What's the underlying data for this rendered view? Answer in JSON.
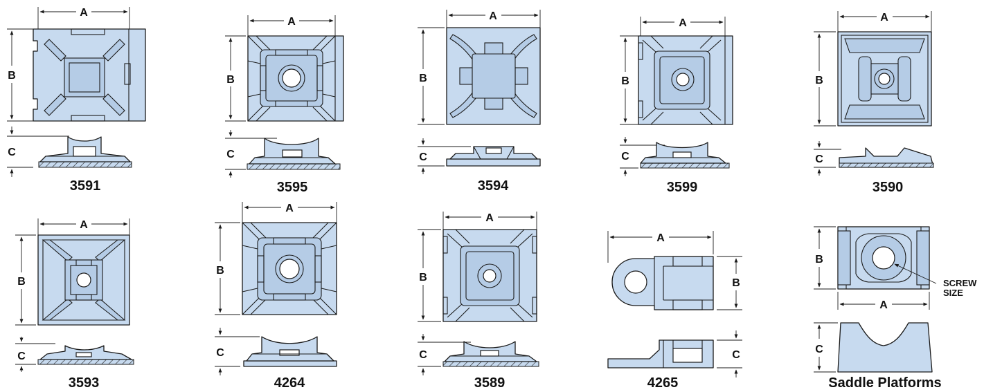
{
  "dimension_labels": {
    "a": "A",
    "b": "B",
    "c": "C"
  },
  "screw_size_lines": [
    "SCREW",
    "SIZE"
  ],
  "parts": [
    {
      "id": "3591",
      "label": "3591"
    },
    {
      "id": "3595",
      "label": "3595"
    },
    {
      "id": "3594",
      "label": "3594"
    },
    {
      "id": "3599",
      "label": "3599"
    },
    {
      "id": "3590",
      "label": "3590"
    },
    {
      "id": "3593",
      "label": "3593"
    },
    {
      "id": "4264",
      "label": "4264"
    },
    {
      "id": "3589",
      "label": "3589"
    },
    {
      "id": "4265",
      "label": "4265"
    },
    {
      "id": "saddle",
      "label": "Saddle Platforms"
    }
  ],
  "colors": {
    "part_fill": "#c7daef",
    "line": "#1a1a1a"
  }
}
